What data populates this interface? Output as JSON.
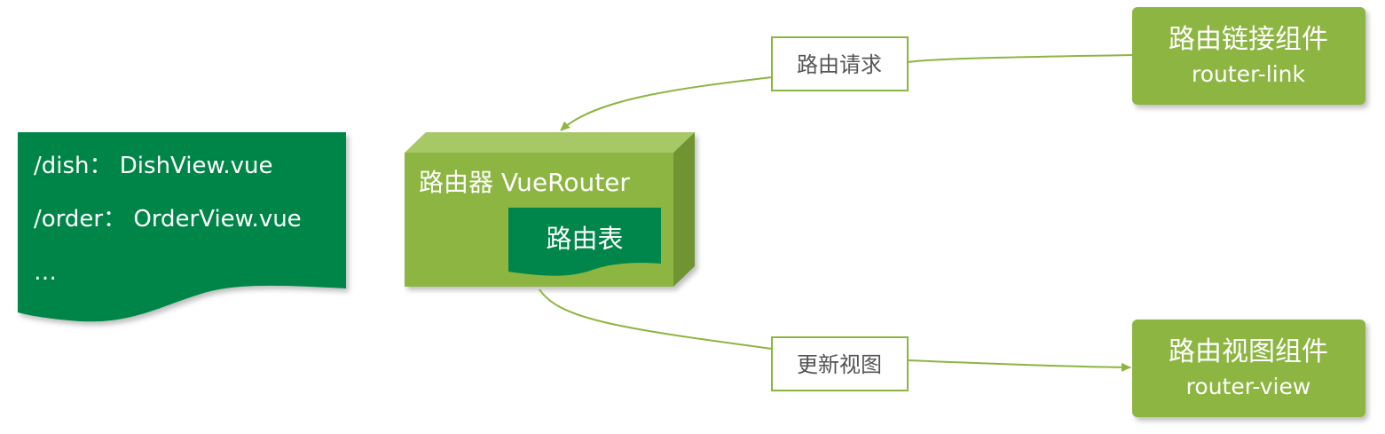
{
  "route_table_doc": {
    "lines": [
      "/dish： DishView.vue",
      "/order： OrderView.vue",
      "…"
    ]
  },
  "router": {
    "title": "路由器 VueRouter",
    "table_label": "路由表"
  },
  "router_link": {
    "title": "路由链接组件",
    "subtitle": "router-link"
  },
  "router_view": {
    "title": "路由视图组件",
    "subtitle": "router-view"
  },
  "arrows": {
    "request_label": "路由请求",
    "update_label": "更新视图"
  },
  "colors": {
    "dark_green": "#00854A",
    "light_green": "#8DB542",
    "cube_top": "#A6C866",
    "cube_side": "#6F9431",
    "connector": "#8DB542",
    "label_border": "#8DB542",
    "label_text": "#555555"
  }
}
